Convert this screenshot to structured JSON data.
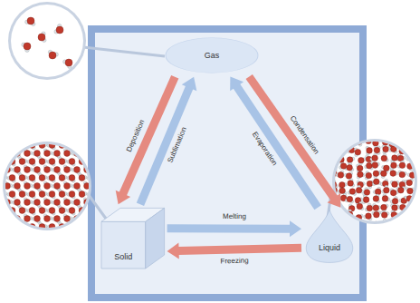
{
  "diagram": {
    "nodes": [
      {
        "text": [
          "Gas"
        ]
      },
      {
        "text": [
          "Solid"
        ]
      },
      {
        "text": [
          "Liquid"
        ]
      }
    ],
    "edges": [
      {
        "from": 0,
        "to": 1,
        "label": "Deposition",
        "arrow": "to"
      },
      {
        "from": 1,
        "to": 0,
        "label": "Sublimation",
        "arrow": "to"
      },
      {
        "from": 0,
        "to": 2,
        "label": "Condensation",
        "arrow": "to"
      },
      {
        "from": 2,
        "to": 0,
        "label": "Evaporation",
        "arrow": "to"
      },
      {
        "from": 1,
        "to": 2,
        "label": "Melting",
        "arrow": "to"
      },
      {
        "from": 2,
        "to": 1,
        "label": "Freezing",
        "arrow": "to"
      }
    ]
  }
}
